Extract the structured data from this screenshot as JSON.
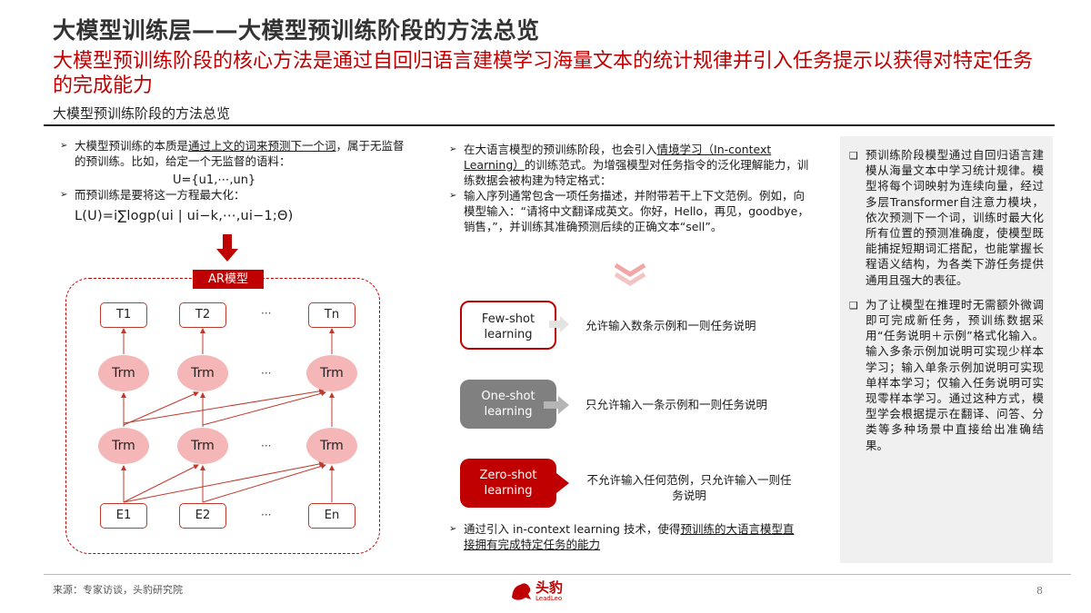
{
  "header": {
    "title": "大模型训练层——大模型预训练阶段的方法总览",
    "subtitle": "大模型预训练阶段的核心方法是通过自回归语言建模学习海量文本的统计规律并引入任务提示以获得对特定任务的完成能力",
    "section_label": "大模型预训练阶段的方法总览"
  },
  "left": {
    "b1_pre": "大模型预训练的本质是",
    "b1_ul": "通过上文的词来预测下一个词",
    "b1_post": "，属于无监督的预训练。比如，给定一个无监督的语料：",
    "formula1": "U={u1,⋯,un}",
    "b2": "而预训练是要将这一方程最大化：",
    "formula2": "L(U)=i∑logp(ui | ui−k,⋯,ui−1;Θ)",
    "ar_label": "AR模型",
    "t_labels": [
      "T1",
      "T2",
      "Tn"
    ],
    "trm_label": "Trm",
    "e_labels": [
      "E1",
      "E2",
      "En"
    ],
    "ellipsis": "···"
  },
  "middle": {
    "b1_pre": "在大语言模型的预训练阶段，也会引入",
    "b1_ul": "情境学习（In-context Learning）",
    "b1_post": "的训练范式。为增强模型对任务指令的泛化理解能力，训练数据会被构建为特定格式：",
    "b2": "输入序列通常包含一项任务描述，并附带若干上下文范例。例如，向模型输入：“请将中文翻译成英文。你好，Hello，再见，goodbye，销售，”，并训练其准确预测后续的正确文本“sell”。",
    "few_label": "Few-shot learning",
    "few_desc": "允许输入数条示例和一则任务说明",
    "one_label": "One-shot learning",
    "one_desc": "只允许输入一条示例和一则任务说明",
    "zero_label": "Zero-shot learning",
    "zero_desc": "不允许输入任何范例，只允许输入一则任务说明",
    "conclusion_pre": "通过引入 in-context learning 技术，使得",
    "conclusion_ul": "预训练的大语言模型直接拥有完成特定任务的能力"
  },
  "right": {
    "note1": "预训练阶段模型通过自回归语言建模从海量文本中学习统计规律。模型将每个词映射为连续向量，经过多层Transformer自注意力模块，依次预测下一个词，训练时最大化所有位置的预测准确度，使模型既能捕捉短期词汇搭配，也能掌握长程语义结构，为各类下游任务提供通用且强大的表征。",
    "note2": "为了让模型在推理时无需额外微调即可完成新任务，预训练数据采用“任务说明＋示例”格式化输入。输入多条示例加说明可实现少样本学习；输入单条示例加说明可实现单样本学习；仅输入任务说明可实现零样本学习。通过这种方式，模型学会根据提示在翻译、问答、分类等多种场景中直接给出准确结果。"
  },
  "footer": {
    "source": "来源：专家访谈，头豹研究院",
    "logo_text": "头豹",
    "logo_sub": "LeadLeo",
    "page_number": "8"
  },
  "colors": {
    "accent": "#c00000",
    "trm_fill": "#f4b6b6",
    "gray_box": "#808080",
    "note_bg": "#f0f0f0"
  }
}
